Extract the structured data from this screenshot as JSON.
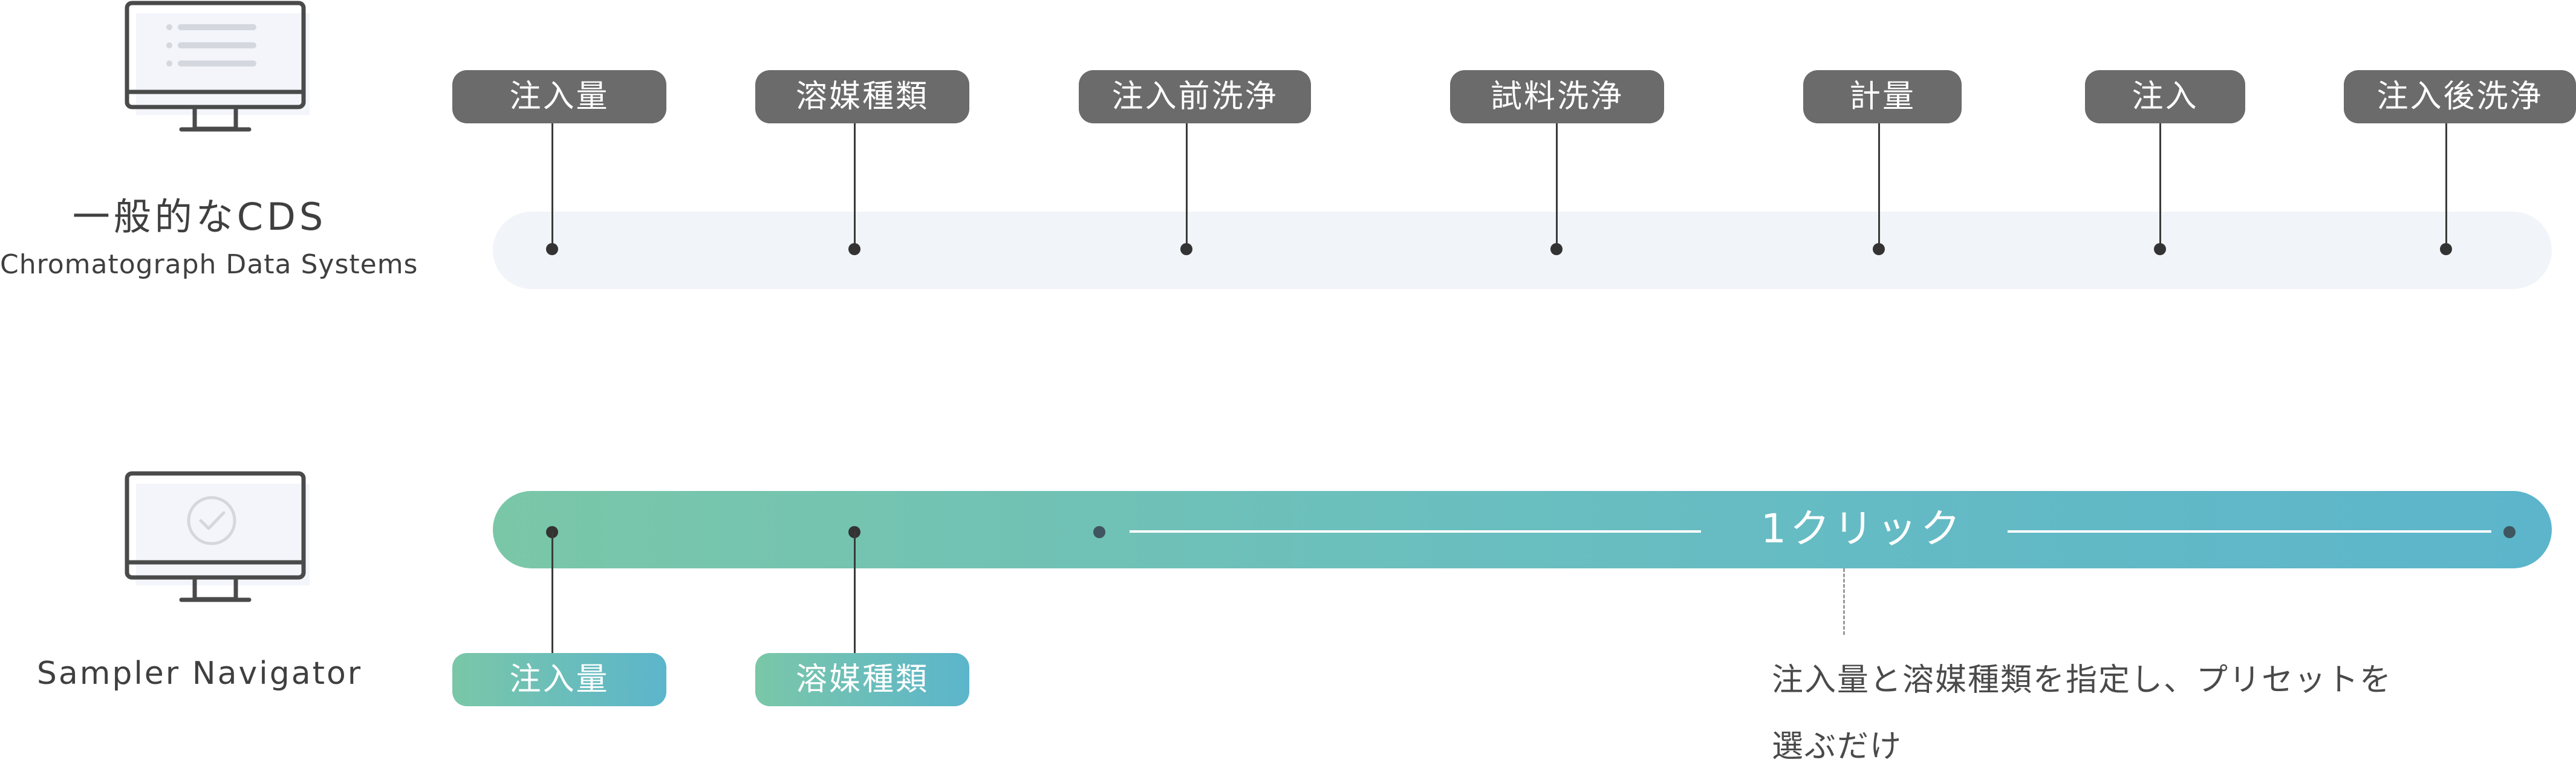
{
  "cds": {
    "title": "一般的なCDS",
    "subtitle": "Chromatograph Data Systems",
    "steps": [
      {
        "label": "注入量"
      },
      {
        "label": "溶媒種類"
      },
      {
        "label": "注入前洗浄"
      },
      {
        "label": "試料洗浄"
      },
      {
        "label": "計量"
      },
      {
        "label": "注入"
      },
      {
        "label": "注入後洗浄"
      }
    ]
  },
  "sampler_navigator": {
    "title": "Sampler Navigator",
    "steps": [
      {
        "label": "注入量"
      },
      {
        "label": "溶媒種類"
      }
    ],
    "click_label": "1クリック",
    "note_line1": "注入量と溶媒種類を指定し、プリセットを",
    "note_line2": "選ぶだけ"
  },
  "colors": {
    "grey_pill": "#6b6b6b",
    "gradient_start": "#7ac7a8",
    "gradient_end": "#5cb5cb",
    "cds_bar": "#f1f4f9"
  },
  "icons": {
    "cds_monitor": "monitor-list-icon",
    "sn_monitor": "monitor-check-icon"
  }
}
